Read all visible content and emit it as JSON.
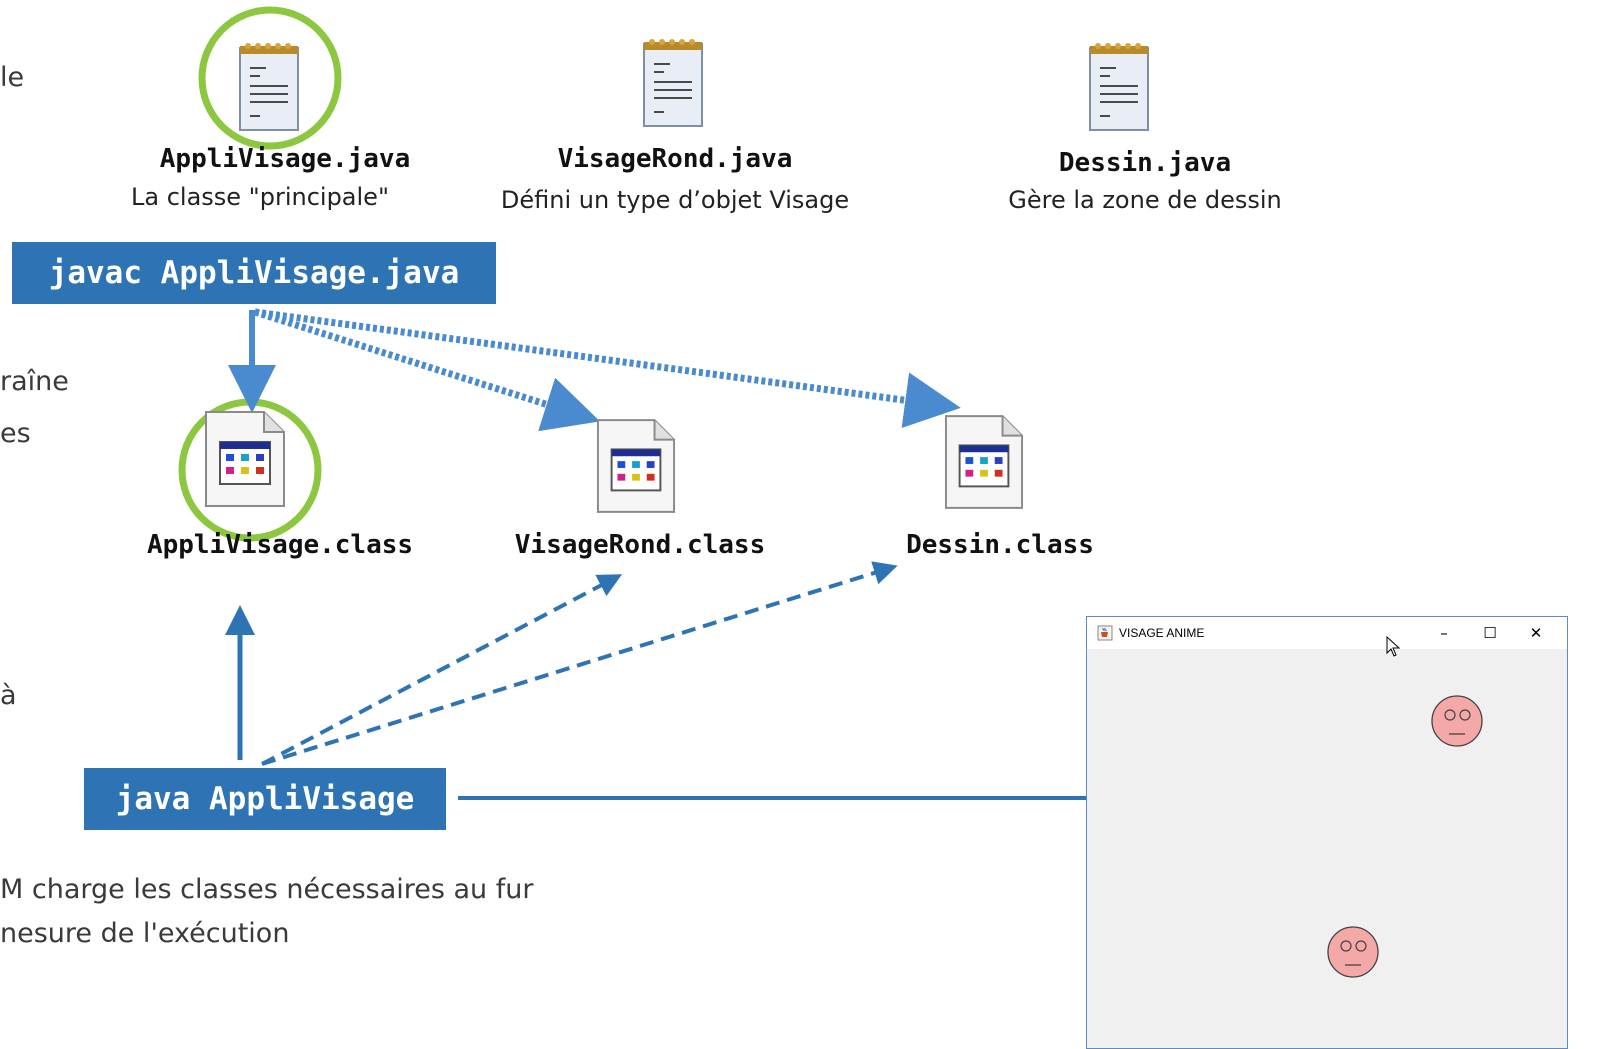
{
  "side_texts": [
    "le",
    "raîne",
    "es",
    "à",
    "M charge les classes nécessaires au fur",
    "nesure de l'exécution"
  ],
  "source_files": [
    {
      "name": "AppliVisage.java",
      "description": "La classe \"principale\"",
      "icon": "notepad-icon",
      "highlighted": true
    },
    {
      "name": "VisageRond.java",
      "description": "Défini un type d’objet Visage",
      "icon": "notepad-icon",
      "highlighted": false
    },
    {
      "name": "Dessin.java",
      "description": "Gère la zone de dessin",
      "icon": "notepad-icon",
      "highlighted": false
    }
  ],
  "class_files": [
    {
      "name": "AppliVisage.class",
      "icon": "class-file-icon",
      "highlighted": true
    },
    {
      "name": "VisageRond.class",
      "icon": "class-file-icon",
      "highlighted": false
    },
    {
      "name": "Dessin.class",
      "icon": "class-file-icon",
      "highlighted": false
    }
  ],
  "commands": {
    "compile": "javac AppliVisage.java",
    "run": "java AppliVisage"
  },
  "app_window": {
    "title": "VISAGE ANIME",
    "minimize": "–",
    "maximize": "☐",
    "close": "✕",
    "faces": 2
  },
  "colors": {
    "accent": "#2e74b5",
    "arrow": "#4a8bd0",
    "highlight": "#8dc63f",
    "face": "#f4a9a8"
  }
}
